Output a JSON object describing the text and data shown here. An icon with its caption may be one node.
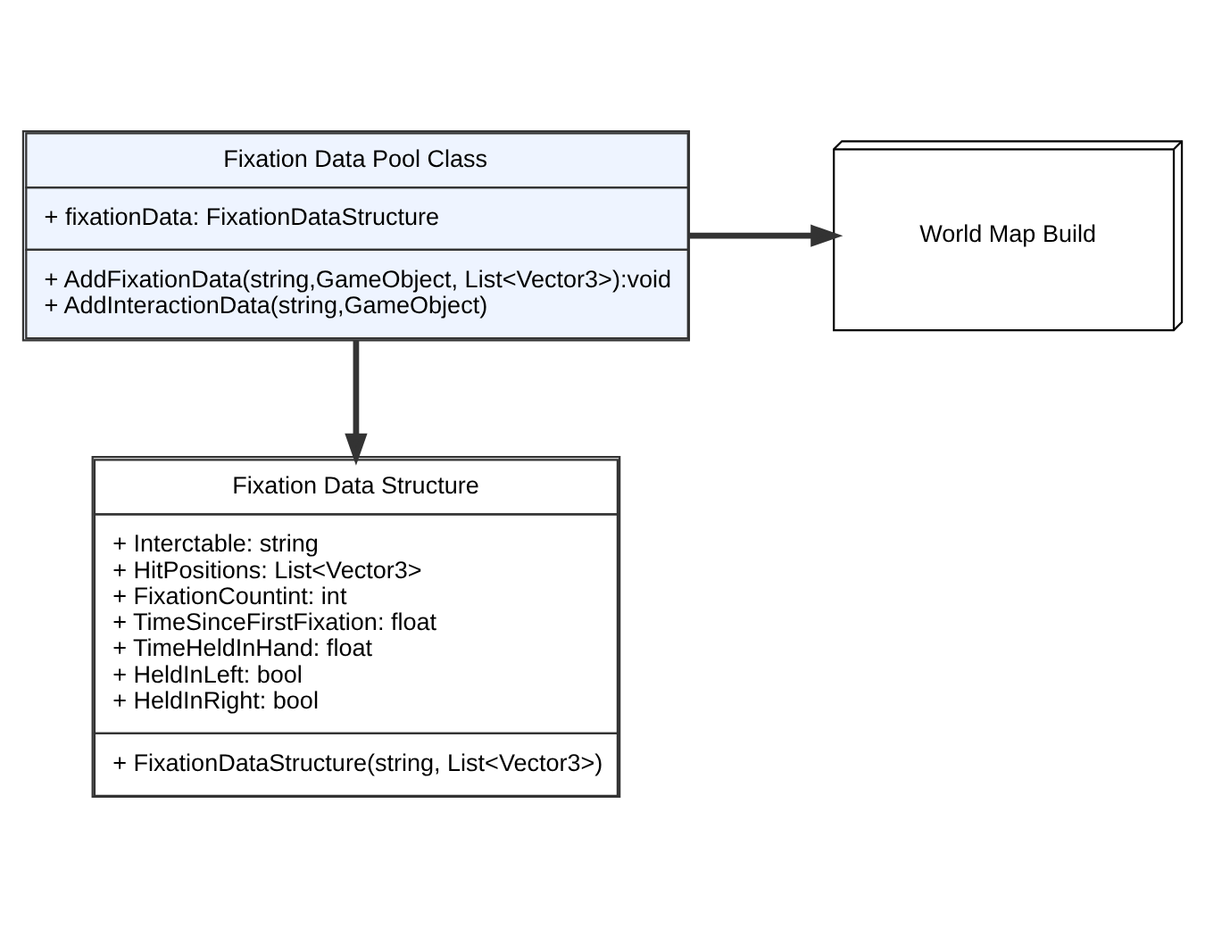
{
  "diagram": {
    "nodes": [
      {
        "text": [
          "Fixation Data Pool Class",
          "+ fixationData: FixationDataStructure",
          "+ AddFixationData(string,GameObject, List<Vector3>):void",
          "+ AddInteractionData(string,GameObject)"
        ]
      },
      {
        "text": [
          "World Map Build"
        ]
      },
      {
        "text": [
          "Fixation Data Structure",
          "+ Interctable: string",
          "+ HitPositions: List<Vector3>",
          "+ FixationCountint: int",
          "+ TimeSinceFirstFixation: float",
          "+ TimeHeldInHand: float",
          "+ HeldInLeft: bool",
          "+ HeldInRight: bool",
          "+ FixationDataStructure(string, List<Vector3>)"
        ]
      }
    ],
    "edges": [
      {
        "from": 0,
        "to": 1,
        "arrow": "to"
      },
      {
        "from": 0,
        "to": 2,
        "arrow": "to"
      }
    ]
  }
}
